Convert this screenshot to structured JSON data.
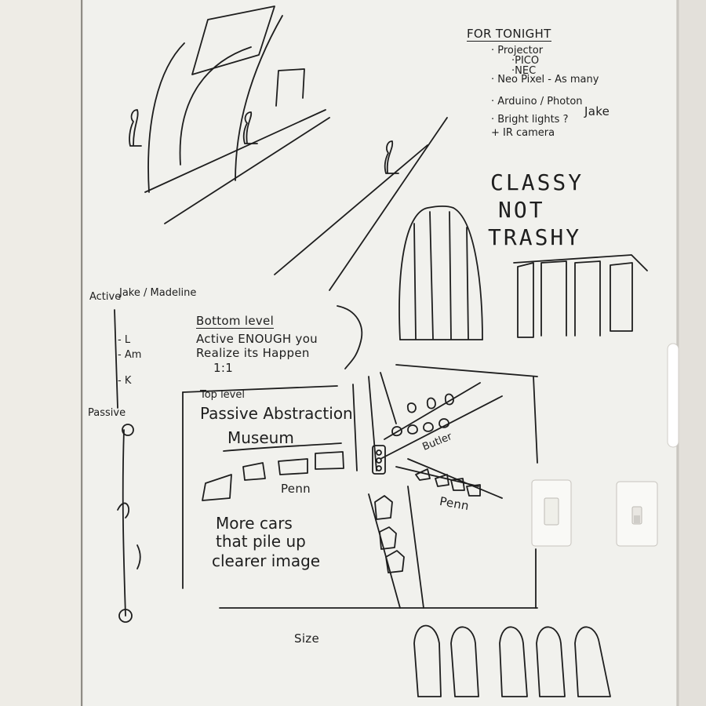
{
  "todo": {
    "heading": "FOR TONIGHT",
    "items": [
      "· Projector",
      "·PICO",
      "·NEC",
      "· Neo Pixel - As many",
      "· Arduino / Photon",
      "· Bright lights ?",
      "+ IR camera"
    ],
    "assignee": "Jake"
  },
  "motto": [
    "CLASSY",
    "NOT",
    "TRASHY"
  ],
  "scale": {
    "top_label": "Active",
    "names": "Jake / Madeline",
    "ticks": [
      "- L",
      "- Am",
      "- K"
    ],
    "bottom_label": "Passive"
  },
  "bottom_level": {
    "title": "Bottom level",
    "lines": [
      "Active ENOUGH you",
      "Realize its Happen",
      "1:1"
    ]
  },
  "top_level": {
    "title": "Top level",
    "subtitle": "Passive Abstraction",
    "place": "Museum",
    "street": "Penn",
    "notes": [
      "More cars",
      "that pile up",
      "clearer image"
    ]
  },
  "map_labels": {
    "butler": "Butler",
    "penn": "Penn"
  },
  "size_label": "Size",
  "colors": {
    "board": "#f1f1ed",
    "marker": "#1e1e1e",
    "frame": "#c9c6c0",
    "wall": "#d9d6d1"
  }
}
